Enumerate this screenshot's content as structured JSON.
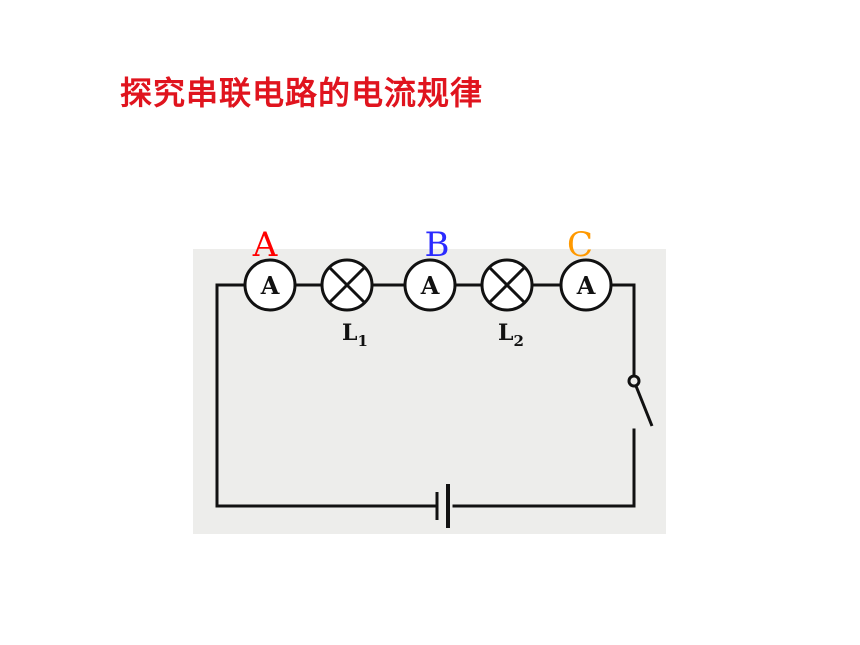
{
  "title": "探究串联电路的电流规律",
  "points": [
    {
      "label": "A",
      "color": "#ff0000"
    },
    {
      "label": "B",
      "color": "#2b2bff"
    },
    {
      "label": "C",
      "color": "#ff9900"
    }
  ],
  "ammeters": [
    {
      "symbol": "A"
    },
    {
      "symbol": "A"
    },
    {
      "symbol": "A"
    }
  ],
  "lamps": [
    {
      "label": "L",
      "sub": "1"
    },
    {
      "label": "L",
      "sub": "2"
    }
  ]
}
